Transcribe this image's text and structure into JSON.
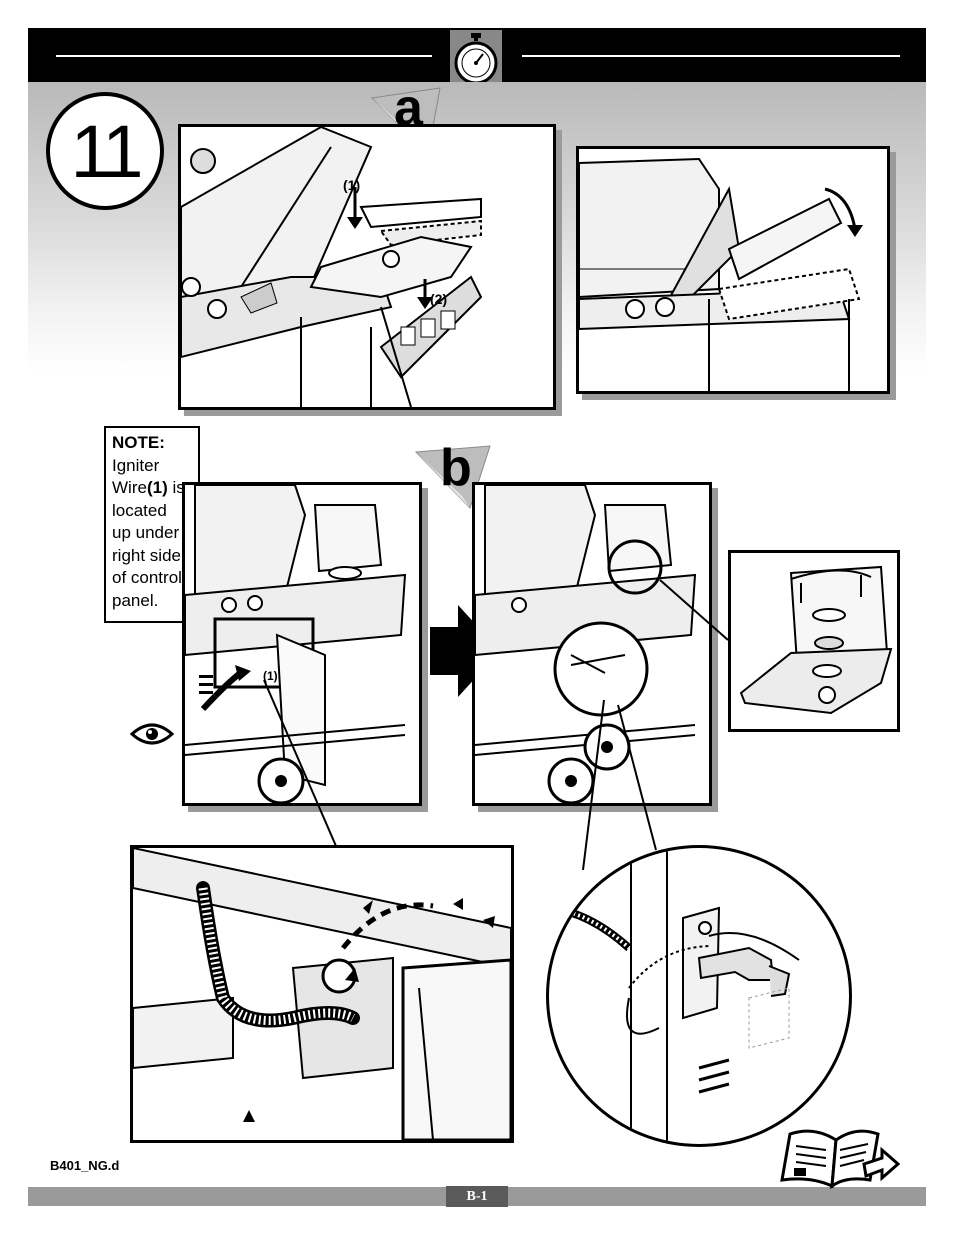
{
  "header": {
    "timer_icon": "stopwatch-icon"
  },
  "step": {
    "number": "11"
  },
  "section_a": {
    "letter": "a",
    "label_1": "(1)",
    "label_2": "(2)"
  },
  "section_b": {
    "letter": "b",
    "label_1": "(1)"
  },
  "note": {
    "title": "NOTE:",
    "line_1": "Igniter",
    "line_2a": "Wire",
    "line_2b": "(1)",
    "line_2c": " is",
    "line_3": "located",
    "line_4": "up under",
    "line_5": "right side",
    "line_6": "of control",
    "line_7": "panel."
  },
  "footer": {
    "doc_code": "B401_NG.d",
    "page": "B-1",
    "continue_icon": "open-book-arrow-icon"
  }
}
